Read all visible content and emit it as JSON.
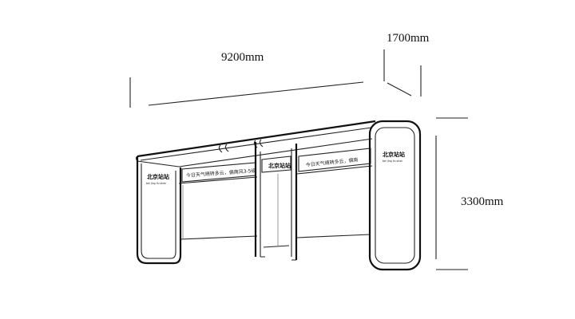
{
  "dimensions": {
    "length": "9200mm",
    "depth": "1700mm",
    "height": "3300mm"
  },
  "sign": {
    "title": "北京站站",
    "subtitle": "bei jing liu shan"
  },
  "ticker": {
    "left": "今日天气晴转多云，偏南风3-5级",
    "right": "今日天气晴转多云，偏南"
  }
}
